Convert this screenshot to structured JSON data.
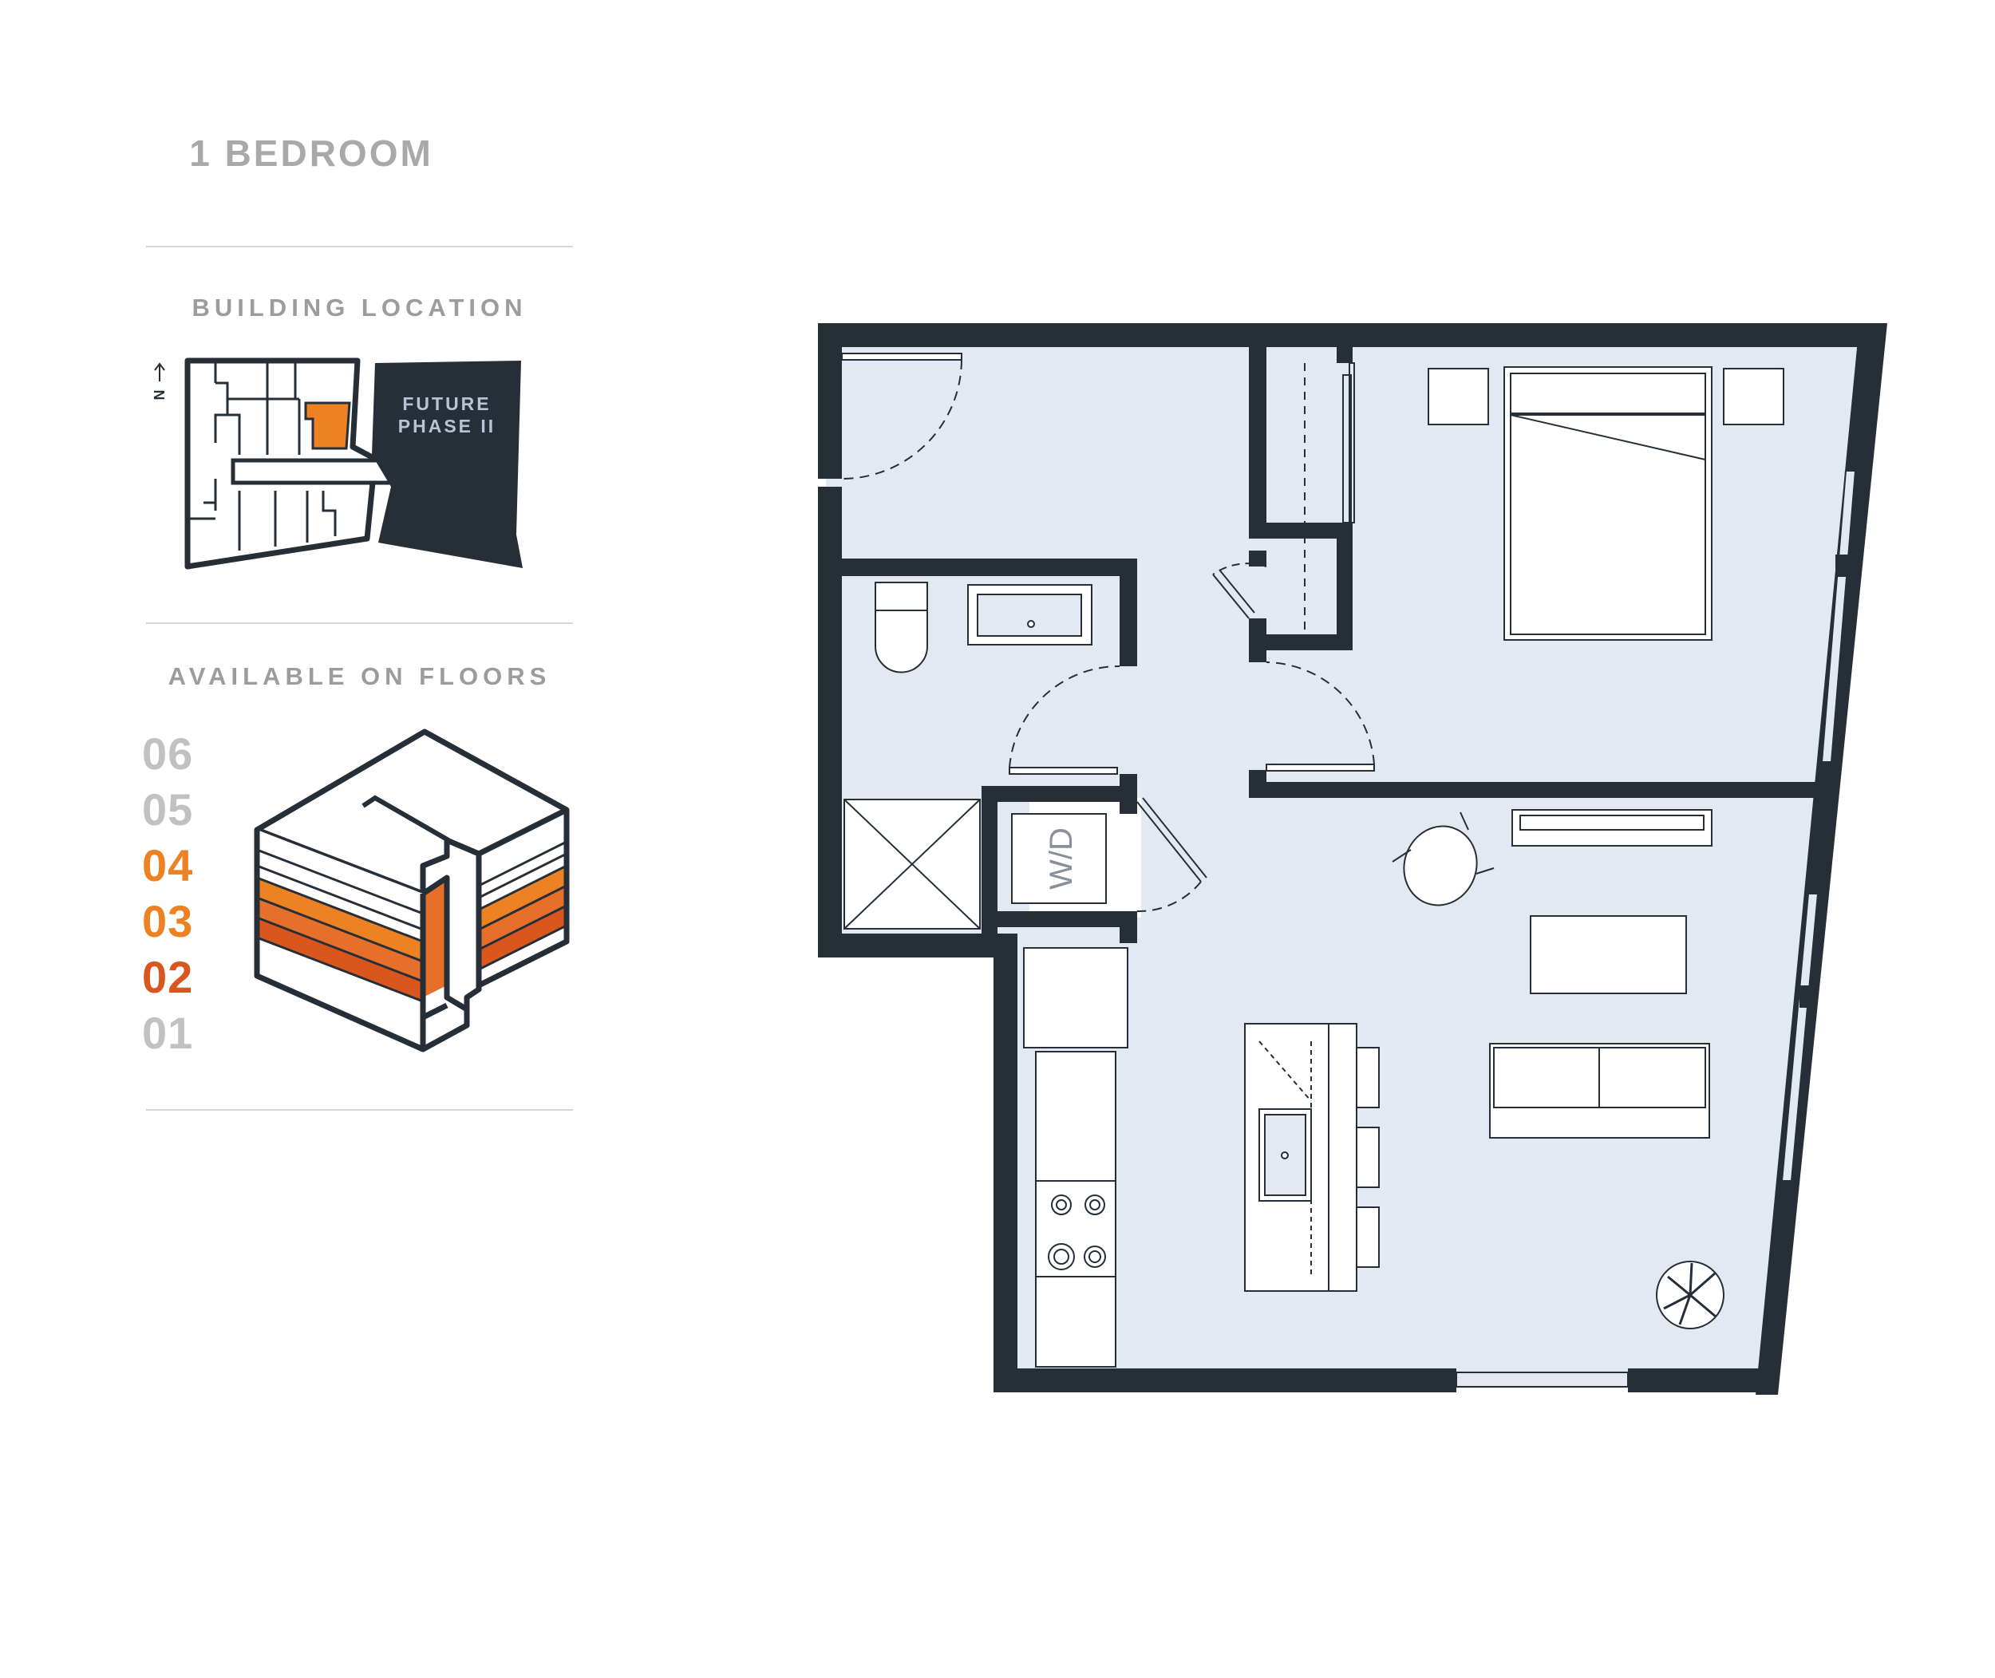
{
  "unit": {
    "title": "1 BEDROOM"
  },
  "building_location": {
    "label": "BUILDING LOCATION",
    "north_label": "N",
    "future_phase_line1": "FUTURE",
    "future_phase_line2": "PHASE II"
  },
  "floors": {
    "label": "AVAILABLE ON FLOORS",
    "items": [
      {
        "label": "06",
        "available": false
      },
      {
        "label": "05",
        "available": false
      },
      {
        "label": "04",
        "available": true
      },
      {
        "label": "03",
        "available": true
      },
      {
        "label": "02",
        "available": true
      },
      {
        "label": "01",
        "available": false
      }
    ]
  },
  "floor_plan": {
    "washer_dryer_label": "W/D"
  },
  "colors": {
    "wall": "#262e38",
    "room_fill": "#e3e9f2",
    "accent_orange": "#ec8224",
    "accent_red": "#d9561e",
    "muted_text": "#a8a9ab"
  }
}
